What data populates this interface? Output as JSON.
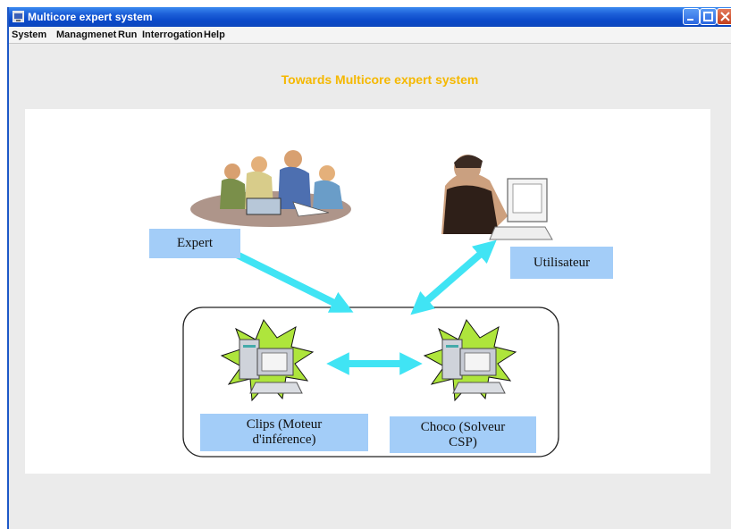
{
  "window": {
    "title": "Multicore expert system"
  },
  "menu": {
    "items": [
      "System",
      "Managmenet",
      "Run",
      "Interrogation",
      "Help"
    ]
  },
  "main": {
    "heading": "Towards Multicore expert system"
  },
  "diagram": {
    "expert_label": "Expert",
    "user_label": "Utilisateur",
    "clips_label": "Clips (Moteur d'inférence)",
    "choco_label": "Choco (Solveur CSP)"
  },
  "colors": {
    "heading": "#f5b800",
    "label_box": "#a3cdf8",
    "arrow": "#40e4f4",
    "title_bar": "#0a48c8"
  }
}
